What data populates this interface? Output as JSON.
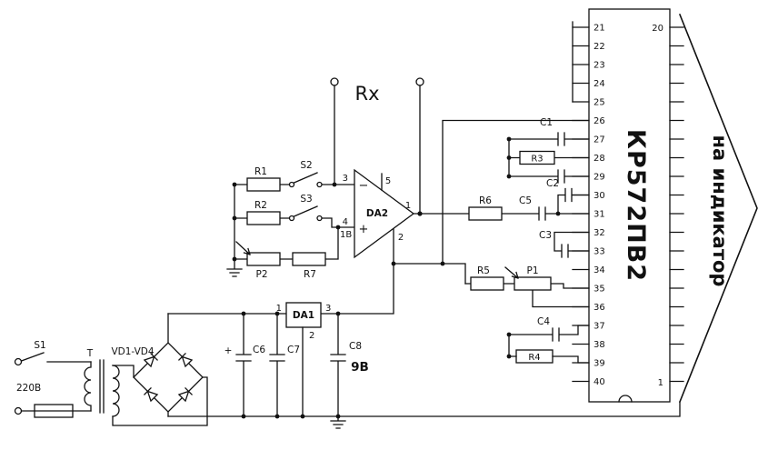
{
  "power": {
    "s1": "S1",
    "voltage_in": "220В",
    "transformer": "T",
    "bridge": "VD1-VD4",
    "c6": "C6",
    "c6_polarity": "+",
    "c7": "C7",
    "c8": "C8",
    "c8_voltage": "9В",
    "da1": "DA1",
    "da1_pin1": "1",
    "da1_pin2": "2",
    "da1_pin3": "3"
  },
  "measure": {
    "rx": "Rx",
    "da2": "DA2",
    "pin1": "1",
    "pin2": "2",
    "pin3": "3",
    "pin4": "4",
    "pin5": "5",
    "inverting": "−",
    "noninverting": "+",
    "vref": "1В",
    "r1": "R1",
    "r2": "R2",
    "s2": "S2",
    "s3": "S3",
    "p2": "P2",
    "r7": "R7"
  },
  "adc": {
    "name": "КР572ПВ2",
    "pin20": "20",
    "pin1": "1",
    "left_pins": [
      "21",
      "22",
      "23",
      "24",
      "25",
      "26",
      "27",
      "28",
      "29",
      "30",
      "31",
      "32",
      "33",
      "34",
      "35",
      "36",
      "37",
      "38",
      "39",
      "40"
    ],
    "r3": "R3",
    "r4": "R4",
    "r5": "R5",
    "r6": "R6",
    "c1": "C1",
    "c2": "C2",
    "c3": "C3",
    "c4": "C4",
    "c5": "C5",
    "p1": "P1"
  },
  "indicator": {
    "label": "на индикатор"
  }
}
